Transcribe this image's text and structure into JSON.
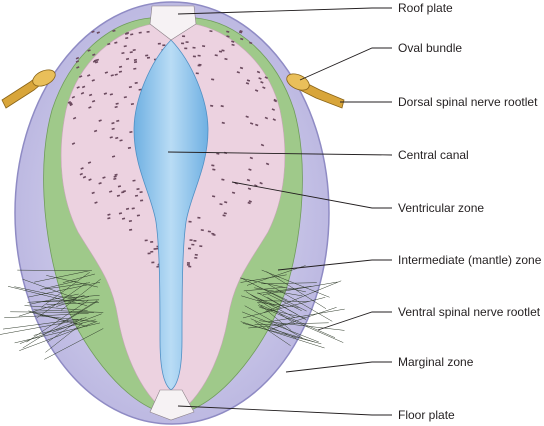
{
  "labels": {
    "roof_plate": "Roof plate",
    "oval_bundle": "Oval bundle",
    "dorsal_rootlet": "Dorsal spinal nerve rootlet",
    "central_canal": "Central canal",
    "ventricular_zone": "Ventricular zone",
    "intermediate_zone": "Intermediate (mantle) zone",
    "ventral_rootlet": "Ventral spinal nerve rootlet",
    "marginal_zone": "Marginal zone",
    "floor_plate": "Floor plate"
  },
  "colors": {
    "marginal_outer": "#c9c6e6",
    "marginal_edge": "#8f8bc4",
    "mantle_green": "#9fc98a",
    "ventricular_pink": "#ecd2e0",
    "canal_blue": "#8fc3ea",
    "rootlet_tan": "#d8a53a",
    "leader_line": "#231f20"
  }
}
